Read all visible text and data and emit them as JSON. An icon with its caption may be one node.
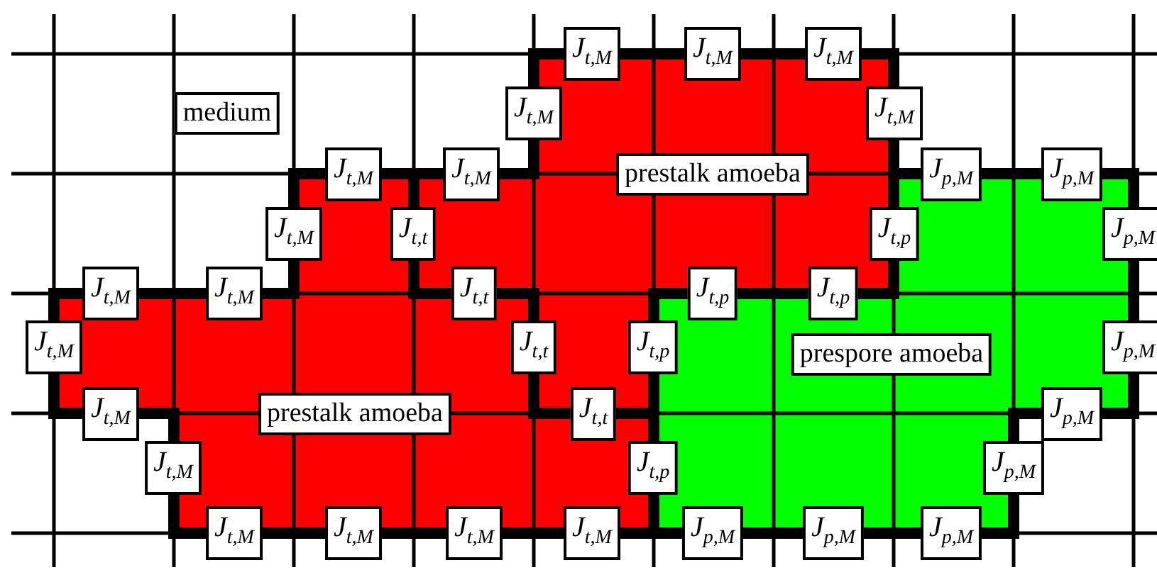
{
  "diagram": {
    "nodes": [
      {
        "text": [
          "medium"
        ]
      },
      {
        "text": [
          "prestalk amoeba"
        ]
      },
      {
        "text": [
          "prespore amoeba"
        ]
      },
      {
        "text": [
          "prestalk amoeba"
        ]
      }
    ],
    "labels": [
      "J$_{t,M}$",
      "J$_{t,M}$",
      "J$_{t,M}$",
      "J$_{t,M}$",
      "J$_{t,M}$",
      "J$_{t,M}$",
      "J$_{t,M}$",
      "J$_{p,M}$",
      "J$_{p,M}$",
      "J$_{t,M}$",
      "J$_{t,t}$",
      "J$_{t,p}$",
      "J$_{p,M}$",
      "J$_{t,M}$",
      "J$_{t,M}$",
      "J$_{t,t}$",
      "J$_{t,p}$",
      "J$_{t,p}$",
      "J$_{t,M}$",
      "J$_{t,t}$",
      "J$_{t,p}$",
      "J$_{p,M}$",
      "J$_{t,M}$",
      "J$_{t,t}$",
      "J$_{p,M}$",
      "J$_{t,M}$",
      "J$_{t,p}$",
      "J$_{p,M}$",
      "J$_{t,M}$",
      "J$_{t,M}$",
      "J$_{t,M}$",
      "J$_{t,M}$",
      "J$_{p,M}$",
      "J$_{p,M}$",
      "J$_{p,M}$"
    ]
  }
}
